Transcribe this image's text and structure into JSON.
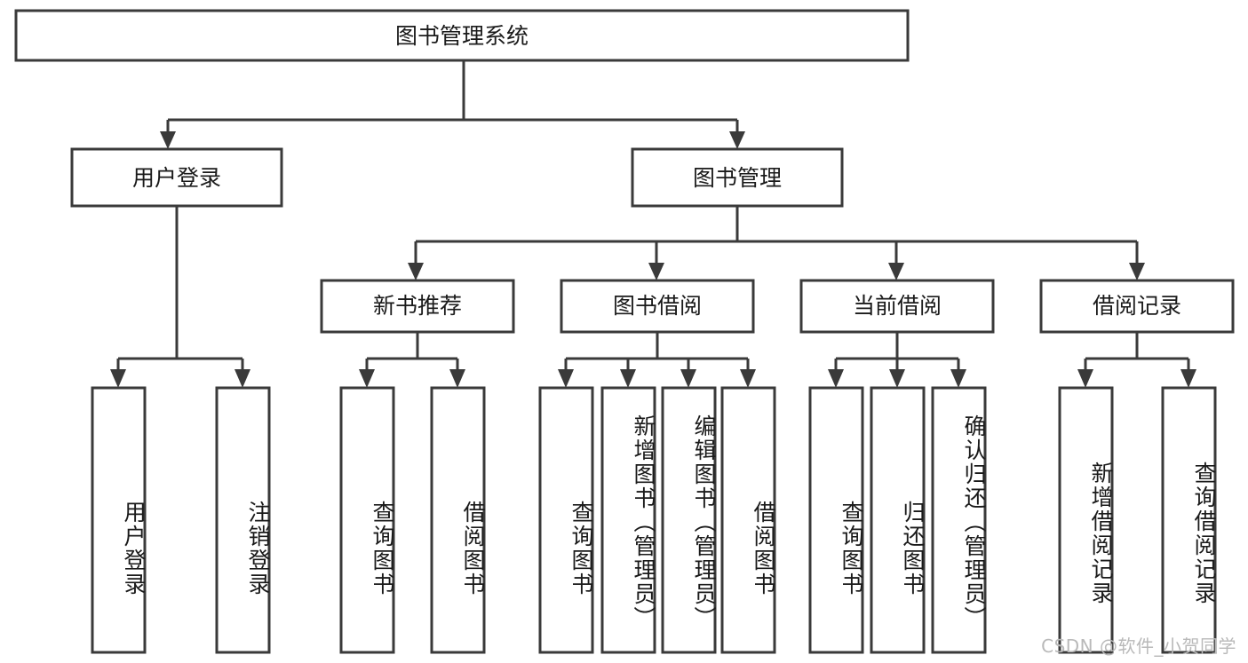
{
  "diagram": {
    "type": "tree-hierarchy",
    "orientation": "top-down",
    "root": {
      "id": "root",
      "label": "图书管理系统"
    },
    "level2": [
      {
        "id": "user-login",
        "label": "用户登录"
      },
      {
        "id": "book-management",
        "label": "图书管理"
      }
    ],
    "level3": [
      {
        "id": "new-book-recommend",
        "label": "新书推荐",
        "parent": "book-management"
      },
      {
        "id": "book-borrow",
        "label": "图书借阅",
        "parent": "book-management"
      },
      {
        "id": "current-borrow",
        "label": "当前借阅",
        "parent": "book-management"
      },
      {
        "id": "borrow-record",
        "label": "借阅记录",
        "parent": "book-management"
      }
    ],
    "leaves": [
      {
        "id": "leaf-user-login",
        "label": "用户登录",
        "parent": "user-login"
      },
      {
        "id": "leaf-logout-login",
        "label": "注销登录",
        "parent": "user-login"
      },
      {
        "id": "leaf-query-book-1",
        "label": "查询图书",
        "parent": "new-book-recommend"
      },
      {
        "id": "leaf-borrow-book-1",
        "label": "借阅图书",
        "parent": "new-book-recommend"
      },
      {
        "id": "leaf-query-book-2",
        "label": "查询图书",
        "parent": "book-borrow"
      },
      {
        "id": "leaf-add-book",
        "label": "新增图书（管理员）",
        "parent": "book-borrow"
      },
      {
        "id": "leaf-edit-book",
        "label": "编辑图书（管理员）",
        "parent": "book-borrow"
      },
      {
        "id": "leaf-borrow-book-2",
        "label": "借阅图书",
        "parent": "book-borrow"
      },
      {
        "id": "leaf-query-book-3",
        "label": "查询图书",
        "parent": "current-borrow"
      },
      {
        "id": "leaf-return-book",
        "label": "归还图书",
        "parent": "current-borrow"
      },
      {
        "id": "leaf-confirm-return",
        "label": "确认归还（管理员）",
        "parent": "current-borrow"
      },
      {
        "id": "leaf-add-record",
        "label": "新增借阅记录",
        "parent": "borrow-record"
      },
      {
        "id": "leaf-query-record",
        "label": "查询借阅记录",
        "parent": "borrow-record"
      }
    ],
    "colors": {
      "stroke": "#3a3a3a",
      "fill": "#ffffff",
      "text": "#1a1a1a",
      "watermark": "#b9b9b9"
    }
  },
  "watermark": {
    "text": "CSDN @软件_小贺同学"
  }
}
